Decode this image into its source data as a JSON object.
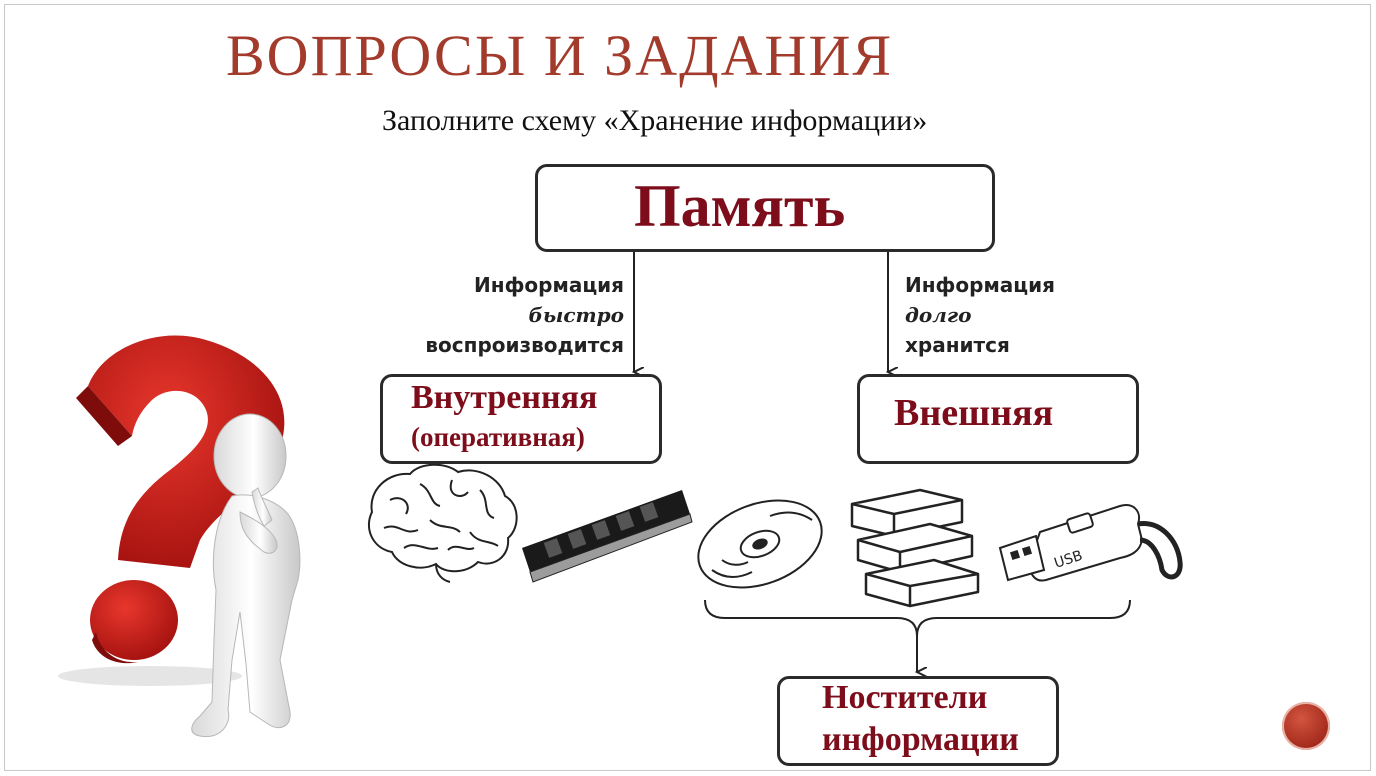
{
  "slide": {
    "title": "ВОПРОСЫ И ЗАДАНИЯ",
    "subtitle": "Заполните схему «Хранение информации»"
  },
  "diagram": {
    "root": {
      "label": "Память"
    },
    "left_branch": {
      "note_line1": "Информация",
      "note_line2": "быстро",
      "note_line3": "воспроизводится",
      "label_line1": "Внутренняя",
      "label_line2": "(оперативная)"
    },
    "right_branch": {
      "note_line1": "Информация",
      "note_line2": "долго",
      "note_line3": "хранится",
      "label": "Внешняя"
    },
    "media": {
      "label_line1": "Ностители",
      "label_line2": "информации",
      "usb_text": "USB"
    }
  },
  "colors": {
    "title": "#a33b2c",
    "box_label": "#7d0d1a",
    "question_mark": "#c8201b",
    "nav_button": "#b83a25"
  },
  "icons": [
    "brain-icon",
    "ram-module-icon",
    "cd-disc-icon",
    "books-icon",
    "usb-drive-icon",
    "question-mark-icon",
    "thinking-figure-icon"
  ]
}
